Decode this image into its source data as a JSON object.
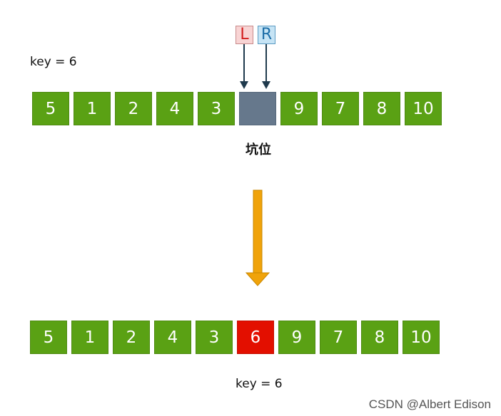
{
  "top": {
    "key_label": "key = 6",
    "cells": [
      {
        "value": "5",
        "type": "green"
      },
      {
        "value": "1",
        "type": "green"
      },
      {
        "value": "2",
        "type": "green"
      },
      {
        "value": "4",
        "type": "green"
      },
      {
        "value": "3",
        "type": "green"
      },
      {
        "value": "",
        "type": "hole"
      },
      {
        "value": "9",
        "type": "green"
      },
      {
        "value": "7",
        "type": "green"
      },
      {
        "value": "8",
        "type": "green"
      },
      {
        "value": "10",
        "type": "green"
      }
    ],
    "hole_label": "坑位",
    "pointer_left": "L",
    "pointer_right": "R"
  },
  "bottom": {
    "key_label": "key = 6",
    "cells": [
      {
        "value": "5",
        "type": "green"
      },
      {
        "value": "1",
        "type": "green"
      },
      {
        "value": "2",
        "type": "green"
      },
      {
        "value": "4",
        "type": "green"
      },
      {
        "value": "3",
        "type": "green"
      },
      {
        "value": "6",
        "type": "red"
      },
      {
        "value": "9",
        "type": "green"
      },
      {
        "value": "7",
        "type": "green"
      },
      {
        "value": "8",
        "type": "green"
      },
      {
        "value": "10",
        "type": "green"
      }
    ]
  },
  "colors": {
    "green": "#5aa114",
    "hole": "#66788c",
    "red": "#e30f00",
    "arrow": "#f0a30a",
    "pointer_arrow": "#1f3a4d"
  },
  "watermark": "CSDN @Albert Edison"
}
